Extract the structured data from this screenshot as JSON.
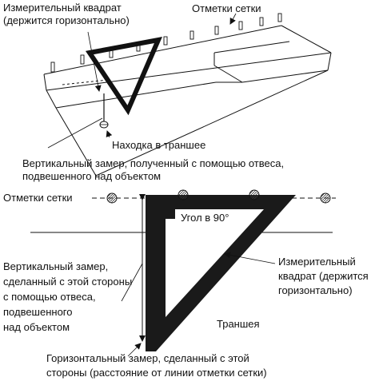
{
  "upper_figure": {
    "label_square_line1": "Измерительный квадрат",
    "label_square_line2": "(держится горизонтально)",
    "label_grid_marks": "Отметки сетки",
    "label_find": "Находка в траншее",
    "label_vertical_line1": "Вертикальный замер, полученный с помощью отвеса,",
    "label_vertical_line2": "подвешенного над объектом"
  },
  "lower_figure": {
    "label_grid_marks": "Отметки сетки",
    "label_angle": "Угол в 90°",
    "label_vertical_line1": "Вертикальный замер,",
    "label_vertical_line2": "сделанный с этой стороны",
    "label_vertical_line3": "с помощью отвеса,",
    "label_vertical_line4": "подвешенного",
    "label_vertical_line5": "над объектом",
    "label_square_line1": "Измерительный",
    "label_square_line2": "квадрат (держится",
    "label_square_line3": "горизонтально)",
    "label_trench": "Траншея",
    "label_horizontal_line1": "Горизонтальный замер, сделанный с этой",
    "label_horizontal_line2": "стороны (расстояние от линии отметки сетки)"
  },
  "colors": {
    "ink": "#111111",
    "triangle": "#1a1a1a",
    "peg_fill": "#9a9a9a"
  }
}
